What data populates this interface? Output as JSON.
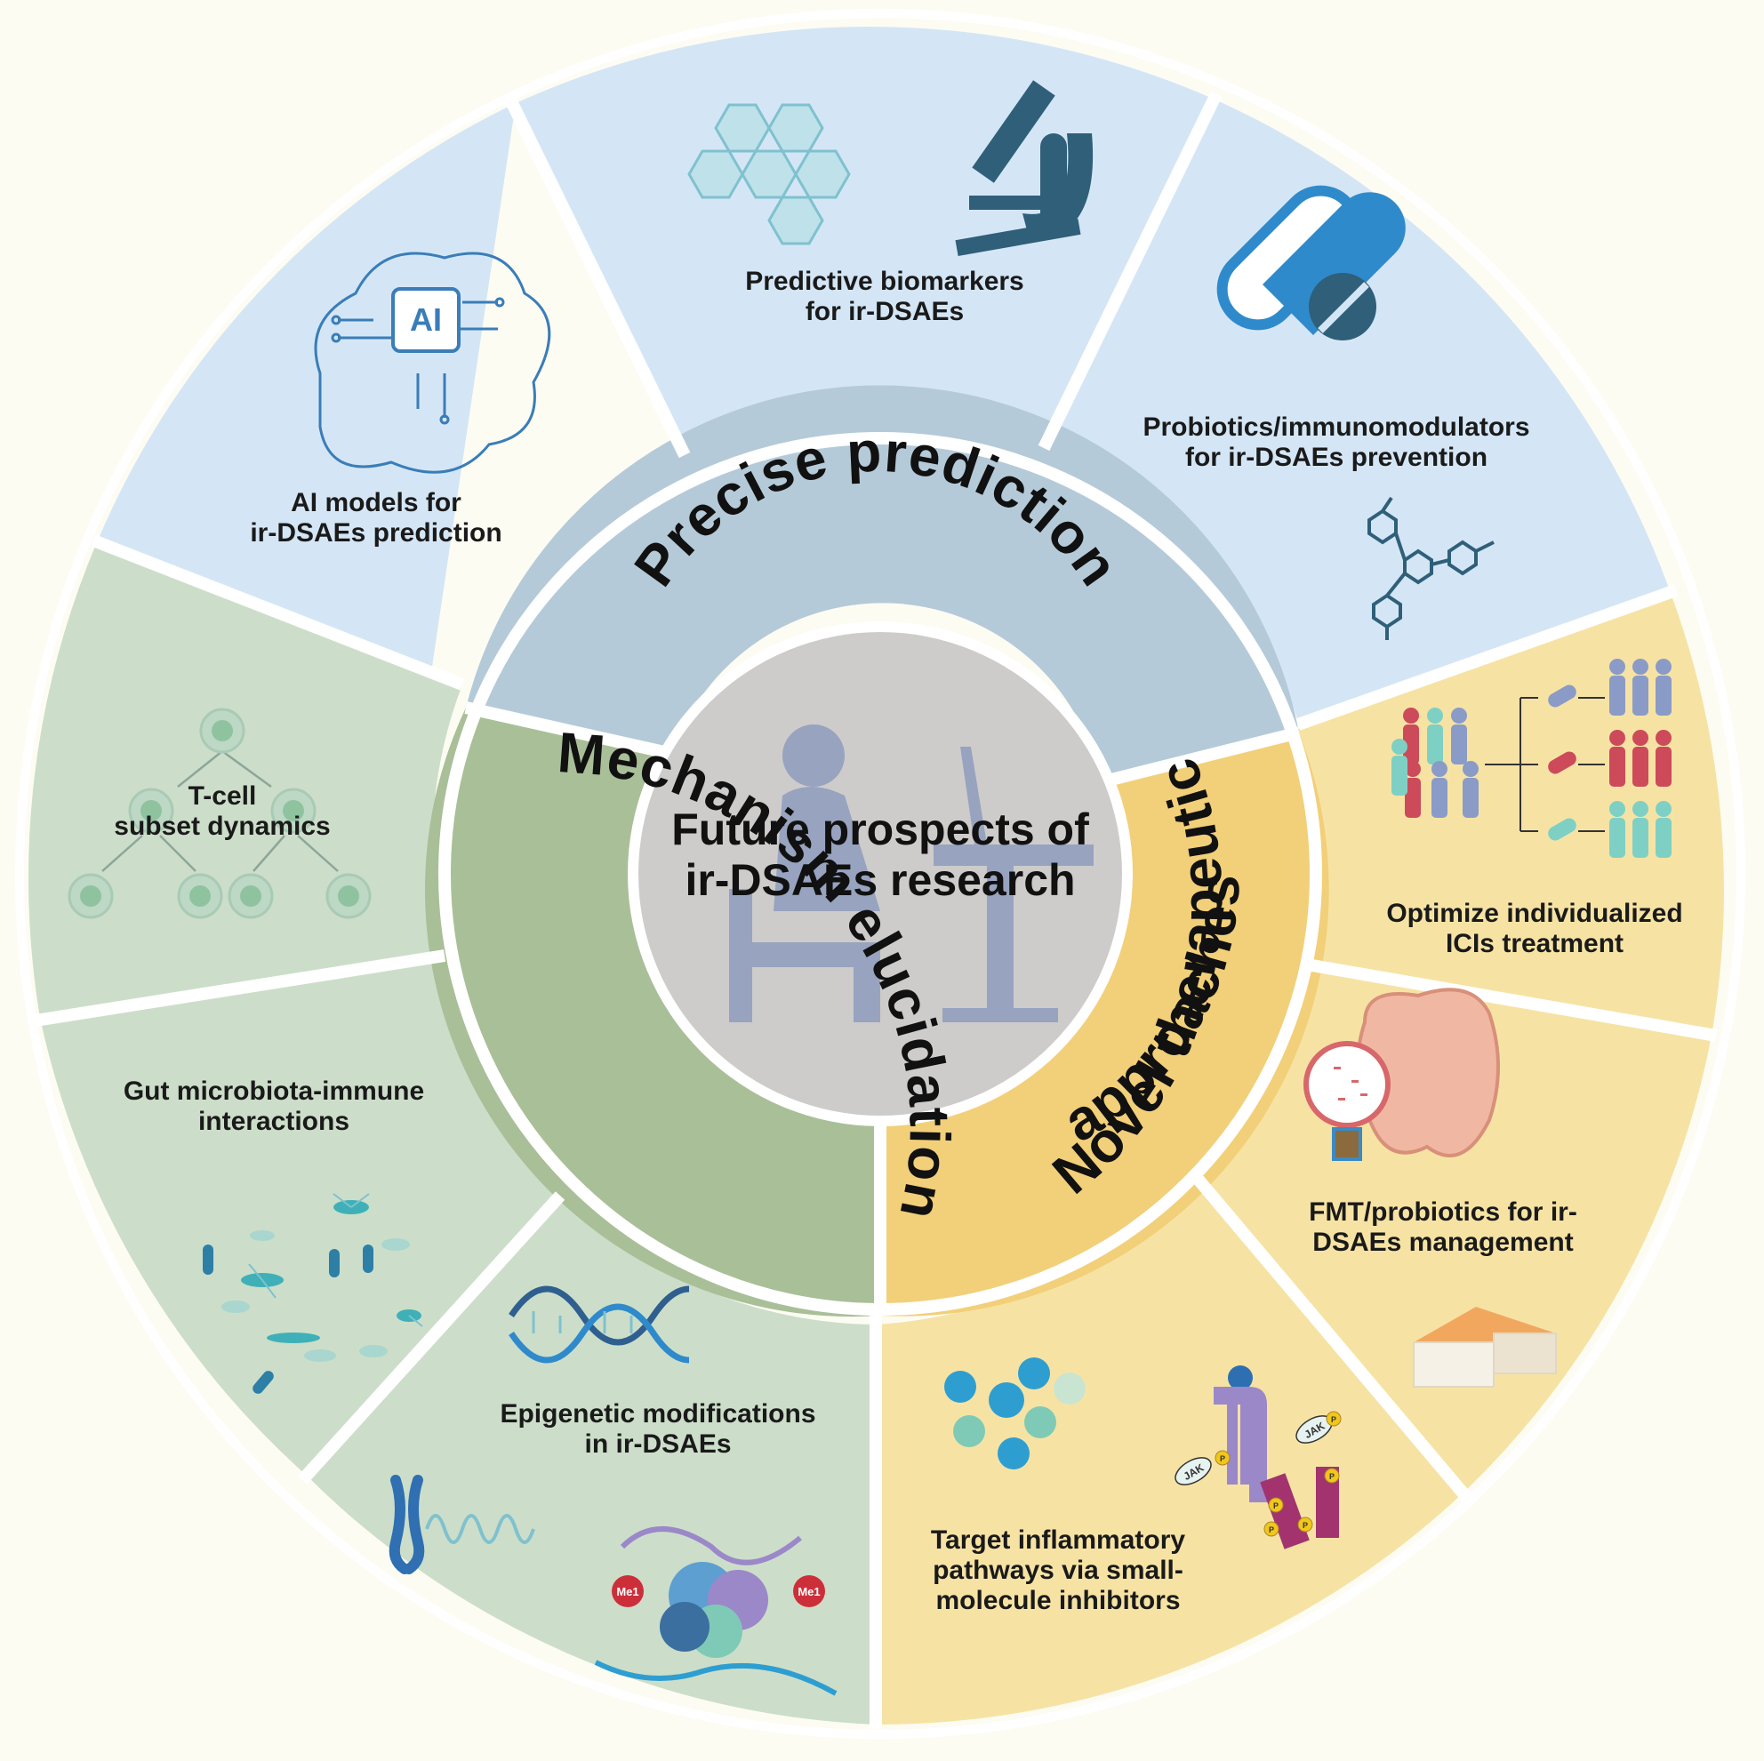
{
  "center": {
    "line1": "Future prospects of",
    "line2": "ir-DSAEs research",
    "icon": "person-at-computer-icon"
  },
  "categories": {
    "prediction": {
      "title": "Precise prediction",
      "color": "#b5cad8",
      "segment_color": "#d4e6f5"
    },
    "mechanism": {
      "title": "Mechanism elucidation",
      "color": "#a9bf98",
      "segment_color": "#ccdec9"
    },
    "therapy": {
      "title_line1": "Novel therapeutic",
      "title_line2": "approaches",
      "color": "#f2cf79",
      "segment_color": "#f6e3a4"
    }
  },
  "segments": {
    "ai_models": {
      "line1": "AI models for",
      "line2": "ir-DSAEs prediction",
      "icon": "ai-brain-circuit-icon",
      "icon_text": "AI"
    },
    "biomarkers": {
      "line1": "Predictive biomarkers",
      "line2": "for ir-DSAEs",
      "icon": "microscope-icon"
    },
    "probiotics_prevention": {
      "line1": "Probiotics/immunomodulators",
      "line2": "for ir-DSAEs prevention",
      "icon": "capsule-pill-icon"
    },
    "individualized": {
      "line1": "Optimize individualized",
      "line2": "ICIs treatment",
      "icon": "patient-stratification-icon"
    },
    "fmt": {
      "line1": "FMT/probiotics for ir-",
      "line2": "DSAEs management",
      "icon": "intestine-icon"
    },
    "small_molecule": {
      "line1": "Target inflammatory",
      "line2": "pathways via small-",
      "line3": "molecule inhibitors",
      "icon": "jak-receptor-icon",
      "jak_label": "JAK",
      "p_label": "P"
    },
    "epigenetic": {
      "line1": "Epigenetic modifications",
      "line2": "in ir-DSAEs",
      "icon": "dna-helix-icon",
      "me_label": "Me1"
    },
    "gut_microbiota": {
      "line1": "Gut microbiota-immune",
      "line2": "interactions",
      "icon": "bacteria-icon"
    },
    "tcell": {
      "line1": "T-cell",
      "line2": "subset dynamics",
      "icon": "tcell-tree-icon"
    }
  }
}
